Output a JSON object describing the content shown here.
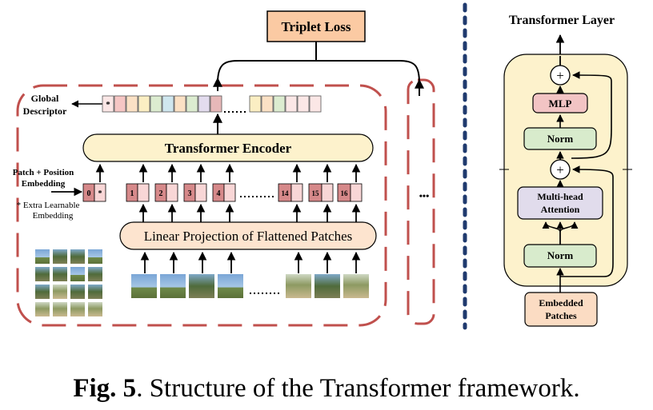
{
  "left": {
    "triplet_loss": "Triplet Loss",
    "global_descriptor_1": "Global",
    "global_descriptor_2": "Descriptor",
    "cls_star": "*",
    "transformer_encoder": "Transformer Encoder",
    "patch_pos_1": "Patch + Position",
    "patch_pos_2": "Embedding",
    "extra_1": "* Extra Learnable",
    "extra_2": "Embedding",
    "linear_projection": "Linear Projection of Flattened Patches",
    "position_tokens": [
      "0",
      "1",
      "2",
      "3",
      "4",
      "14",
      "15",
      "16"
    ],
    "token_star": "*",
    "ellipsis_dots": "•••",
    "colors": {
      "accent_red": "#c0504d",
      "encoder_fill": "#fdf2cc",
      "projection_fill": "#fde4cf",
      "token_dark": "#d6898a",
      "token_light": "#f8d6d6",
      "descriptor_colors": [
        "#f6c6c4",
        "#fbe1c5",
        "#fbeec3",
        "#dcecd0",
        "#cfe7ef",
        "#fbe1c5",
        "#dcecd0",
        "#e3dcee",
        "#f6c6c4",
        "#e7b8b8"
      ]
    }
  },
  "right": {
    "title": "Transformer Layer",
    "plus": "+",
    "mlp": "MLP",
    "norm_top": "Norm",
    "mha_1": "Multi-head",
    "mha_2": "Attention",
    "norm_bottom": "Norm",
    "embedded_1": "Embedded",
    "embedded_2": "Patches",
    "colors": {
      "panel_fill": "#fdf2cc",
      "norm_fill": "#d8ebcc",
      "mlp_fill": "#f2c4c4",
      "mha_fill": "#e1dcec",
      "embedded_fill": "#fbdcc3"
    }
  },
  "divider_color": "#1f3a6e",
  "caption": {
    "label": "Fig. 5",
    "text": ". Structure of the Transformer framework."
  }
}
